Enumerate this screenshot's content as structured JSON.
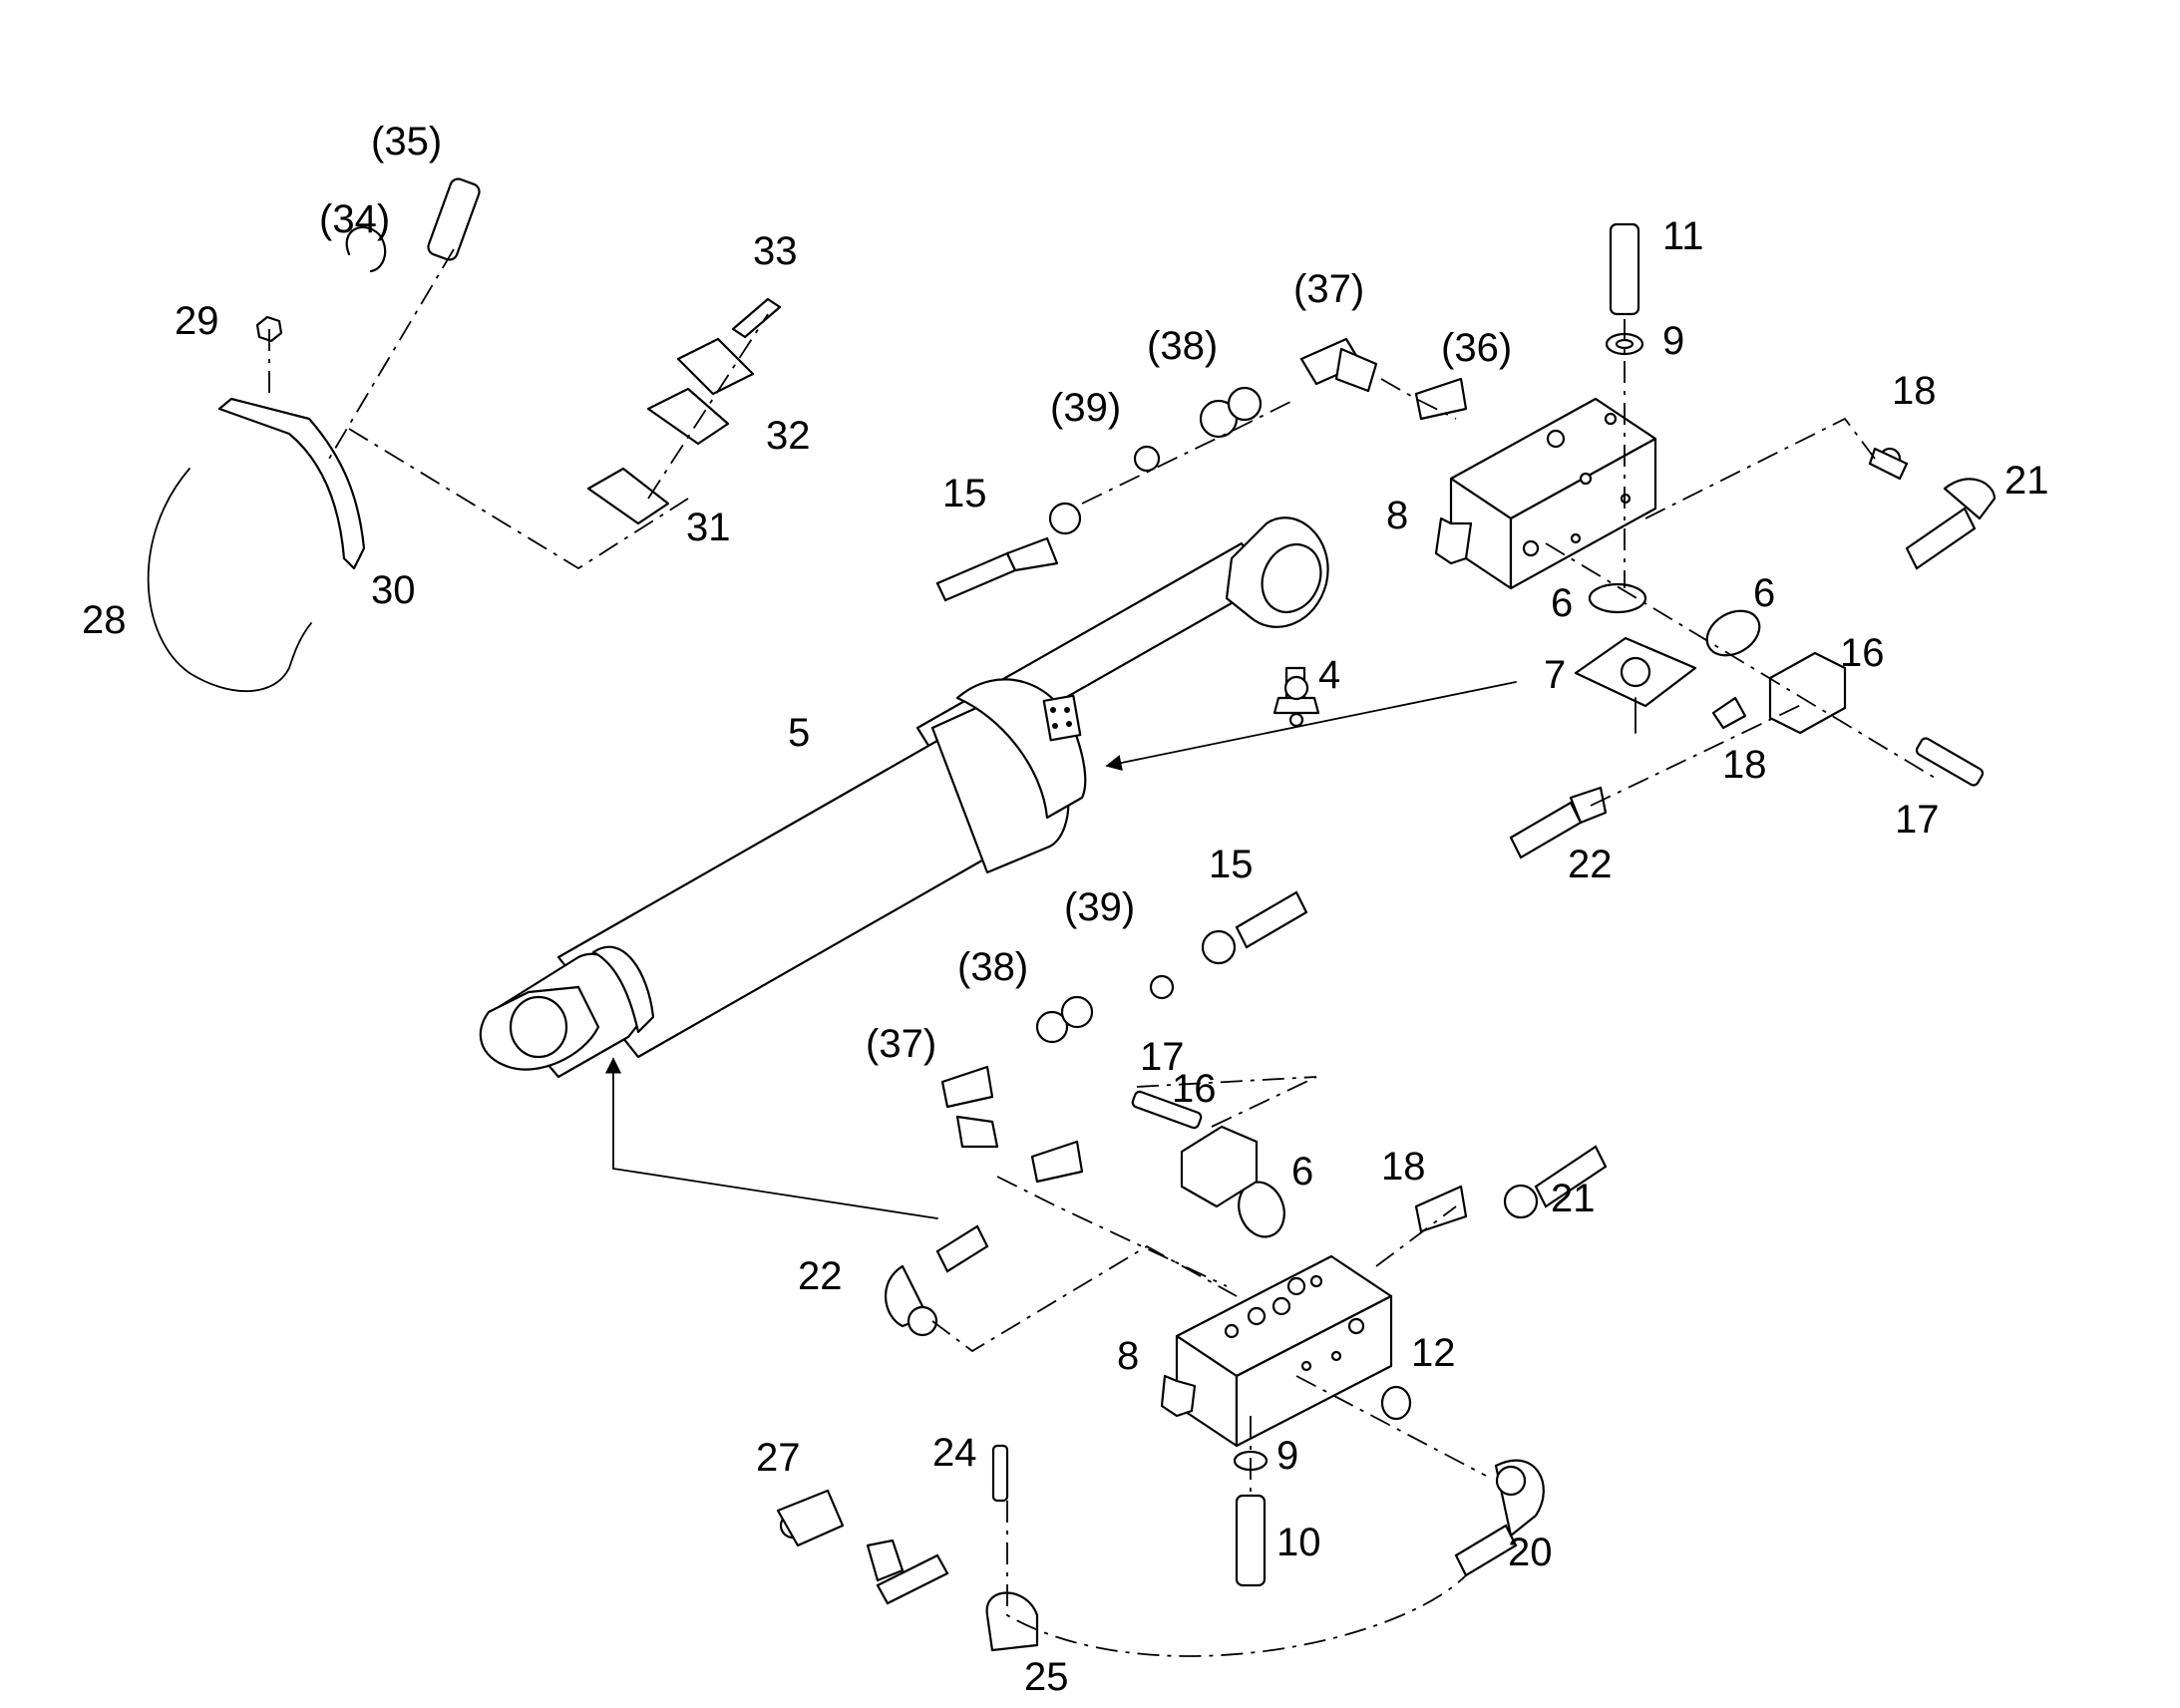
{
  "labels": {
    "l4": "4",
    "l5": "5",
    "l6a": "6",
    "l6b": "6",
    "l6c": "6",
    "l7": "7",
    "l8a": "8",
    "l8b": "8",
    "l9a": "9",
    "l9b": "9",
    "l10": "10",
    "l11": "11",
    "l12": "12",
    "l15a": "15",
    "l15b": "15",
    "l16a": "16",
    "l16b": "16",
    "l17a": "17",
    "l17b": "17",
    "l18a": "18",
    "l18b": "18",
    "l18c": "18",
    "l20": "20",
    "l21a": "21",
    "l21b": "21",
    "l22a": "22",
    "l22b": "22",
    "l24": "24",
    "l25": "25",
    "l27": "27",
    "l28": "28",
    "l29": "29",
    "l30": "30",
    "l31": "31",
    "l32": "32",
    "l33": "33",
    "l34": "(34)",
    "l35": "(35)",
    "l36": "(36)",
    "l37a": "(37)",
    "l37b": "(37)",
    "l38a": "(38)",
    "l38b": "(38)",
    "l39a": "(39)",
    "l39b": "(39)"
  }
}
